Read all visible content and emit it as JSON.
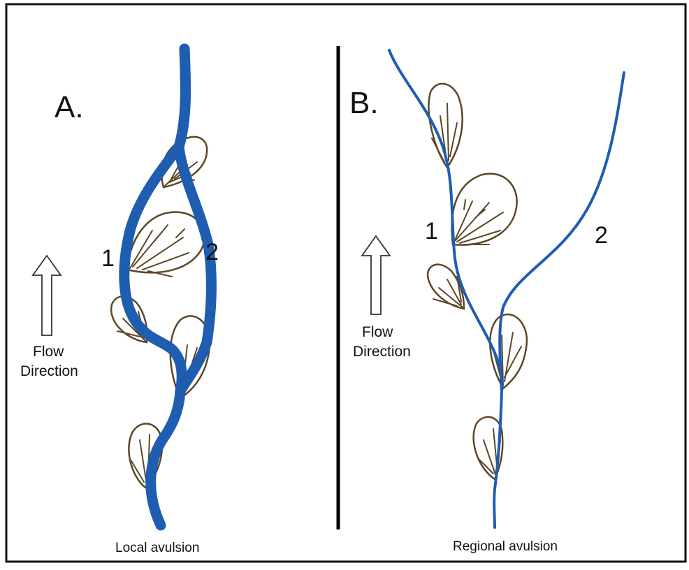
{
  "panels": {
    "a": {
      "letter": "A.",
      "channel_1": "1",
      "channel_2": "2",
      "flow_line1": "Flow",
      "flow_line2": "Direction",
      "caption": "Local avulsion"
    },
    "b": {
      "letter": "B.",
      "channel_1": "1",
      "channel_2": "2",
      "flow_line1": "Flow",
      "flow_line2": "Direction",
      "caption": "Regional avulsion"
    }
  },
  "colors": {
    "channel": "#1f5db0",
    "splay": "#5c4626",
    "frame": "#111111",
    "divider": "#000000",
    "arrow_stroke": "#333333",
    "text": "#111111"
  },
  "icons": {
    "flow_arrow": "up-arrow-icon",
    "crevasse_splay": "fan-lobe-icon"
  }
}
